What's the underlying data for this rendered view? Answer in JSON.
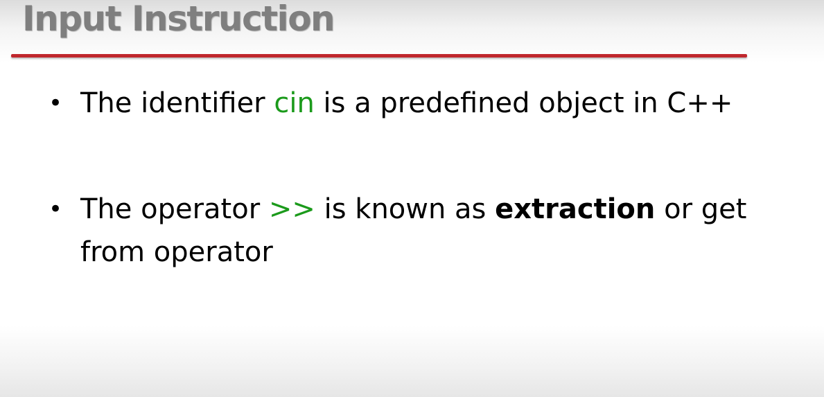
{
  "slide": {
    "title": "Input Instruction",
    "colors": {
      "title_text": "#7f7f7f",
      "title_rule": "#c0272d",
      "keyword_green": "#1b9a1b"
    },
    "bullets": [
      {
        "marker": "•",
        "pre": "The identifier ",
        "keyword": "cin",
        "post": " is a predefined object in C++"
      },
      {
        "marker": "•",
        "pre": "The operator ",
        "keyword": ">>",
        "mid": " is known as ",
        "bold": "extraction",
        "post": " or get from operator"
      }
    ]
  }
}
